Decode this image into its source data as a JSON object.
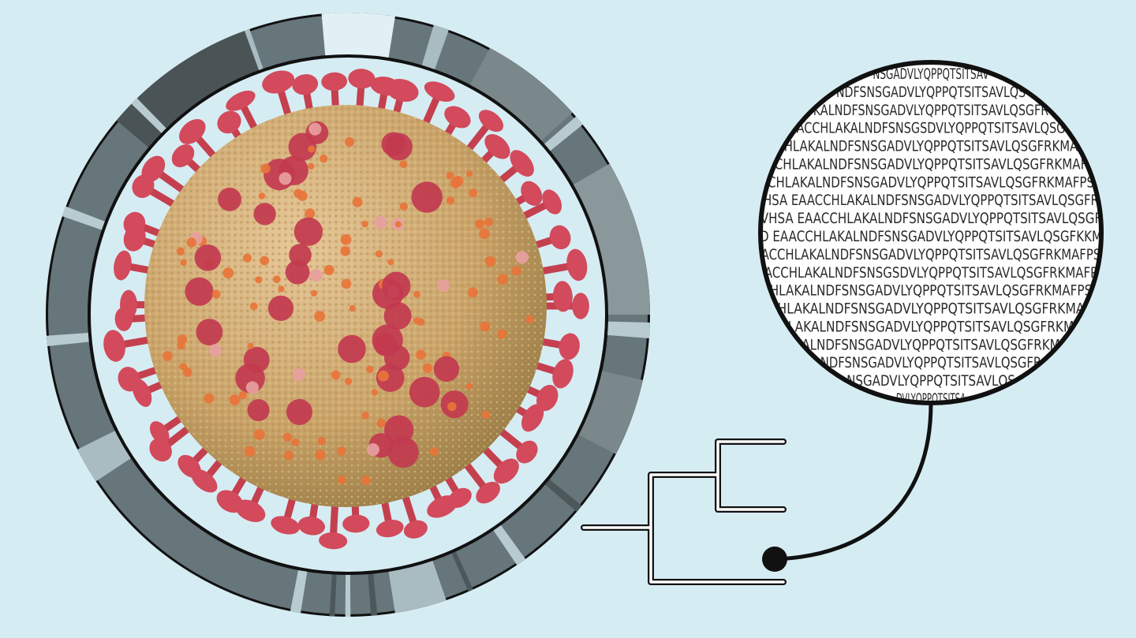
{
  "colors": {
    "background": "#d6ecf3",
    "ring_dark": "#5f6b6f",
    "ring_light": "#a9bcc2",
    "virus_body": "#c9a36a",
    "spike": "#d24a5c",
    "dot": "#e8743a",
    "outline": "#111111"
  },
  "icons": {
    "virus": "coronavirus-illustration",
    "ring": "genome-ring",
    "tree": "phylogenetic-tree",
    "magnifier": "sequence-magnifier"
  },
  "sequence_rows": [
    "NSGADVLYQPPQTSITSAV",
    "NDFSNSGADVLYQPPQTSITSAVLQS",
    "KALNDFSNSGADVLYQPPQTSITSAVLQSGFR",
    "ACCHLAKALNDFSNSGSDVLYQPPQTSITSAVLQSG",
    "HLAKALNDFSNSGADVLYQPPQTSITSAVLQSGFRKMA",
    "CHLAKALNDFSNSGADVLYQPPQTSITSAVLQSGFRKMAF",
    "CHLAKALNDFSNSGADVLYQPPQTSITSAVLQSGFRKMAFPS",
    "HSA EAACCHLAKALNDFSNSGADVLYQPPQTSITSAVLQSGFR",
    "VHSA EAACCHLAKALNDFSNSGADVLYQPPQTSITSAVLQSGF",
    "D EAACCHLAKALNDFSNSGADVLYQPPQTSITSAVLQSGFKKM",
    "ACCHLAKALNDFSNSGADVLYQPPQTSITSAVLQSGFRKMAFPS",
    "ACCHLAKALNDFSNSGSDVLYQPPQTSITSAVLQSGFRKMAFP",
    "HLAKALNDFSNSGADVLYQPPQTSITSAVLQSGFRKMAFPS",
    "HLAKALNDFSNSGADVLYQPPQTSITSAVLQSGFRKMA",
    "LAKALNDFSNSGADVLYQPPQTSITSAVLQSGFRKM",
    "ALNDFSNSGADVLYQPPQTSITSAVLQSGFRKM",
    "NDFSNSGADVLYQPPQTSITSAVLQSGFR",
    "NSGADVLYQPPQTSITSAVLQS",
    "DVLYQPPQTSITSA"
  ]
}
